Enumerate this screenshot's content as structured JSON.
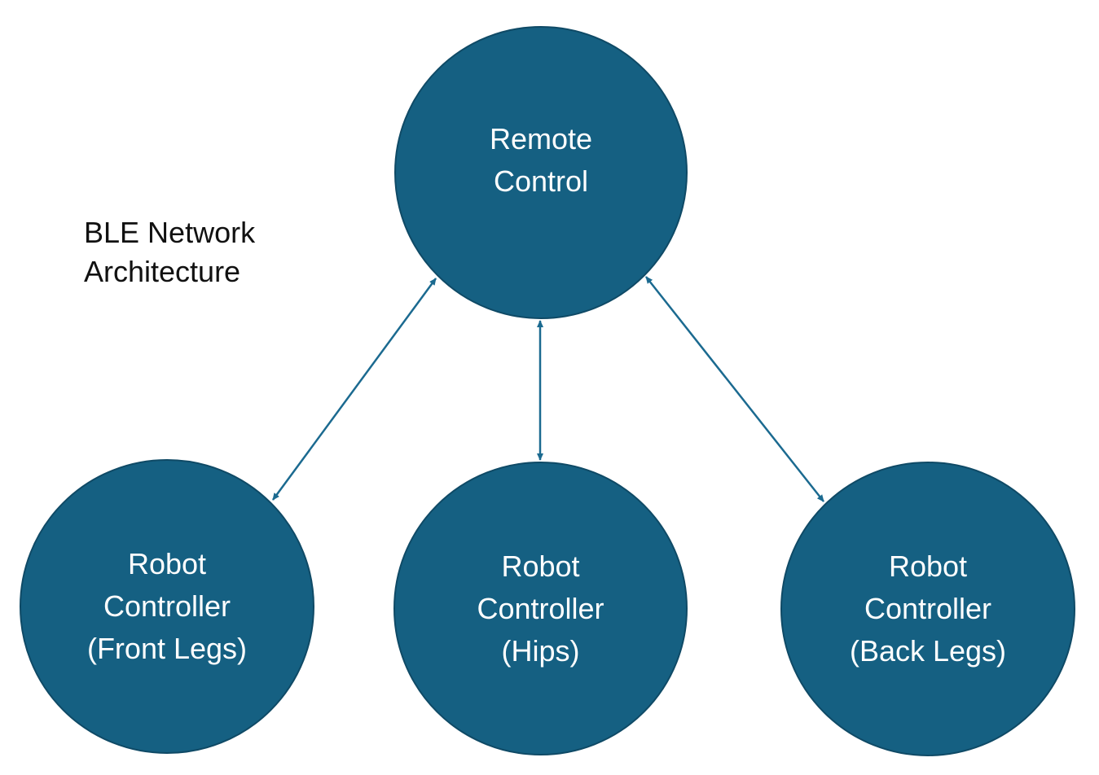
{
  "diagram": {
    "title_lines": [
      "BLE Network",
      "Architecture"
    ],
    "colors": {
      "node_fill": "#156082",
      "node_border": "#0f4a66",
      "node_text": "#ffffff",
      "arrow": "#1b6a90",
      "title_text": "#111111"
    },
    "nodes": {
      "remote": {
        "lines": [
          "Remote",
          "Control"
        ]
      },
      "front": {
        "lines": [
          "Robot",
          "Controller",
          "(Front Legs)"
        ]
      },
      "hips": {
        "lines": [
          "Robot",
          "Controller",
          "(Hips)"
        ]
      },
      "back": {
        "lines": [
          "Robot",
          "Controller",
          "(Back Legs)"
        ]
      }
    },
    "connections": [
      {
        "from": "remote",
        "to": "front",
        "direction": "bidirectional"
      },
      {
        "from": "remote",
        "to": "hips",
        "direction": "bidirectional"
      },
      {
        "from": "remote",
        "to": "back",
        "direction": "bidirectional"
      }
    ]
  }
}
